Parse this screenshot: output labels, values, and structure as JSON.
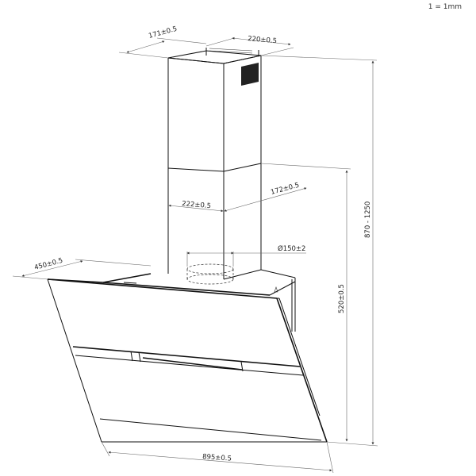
{
  "scale_note": "1 = 1mm",
  "dimensions": {
    "chimney_depth_top": "171±0.5",
    "chimney_width_top": "220±0.5",
    "chimney_width_inner": "222±0.5",
    "chimney_depth_inner": "172±0.5",
    "duct_diameter": "Ø150±2",
    "hood_depth": "450±0.5",
    "hood_width": "895±0.5",
    "hood_height": "520±0.5",
    "total_height": "870 - 1250"
  },
  "colors": {
    "line": "#111111",
    "dimension_line": "#666666",
    "background": "#ffffff"
  }
}
